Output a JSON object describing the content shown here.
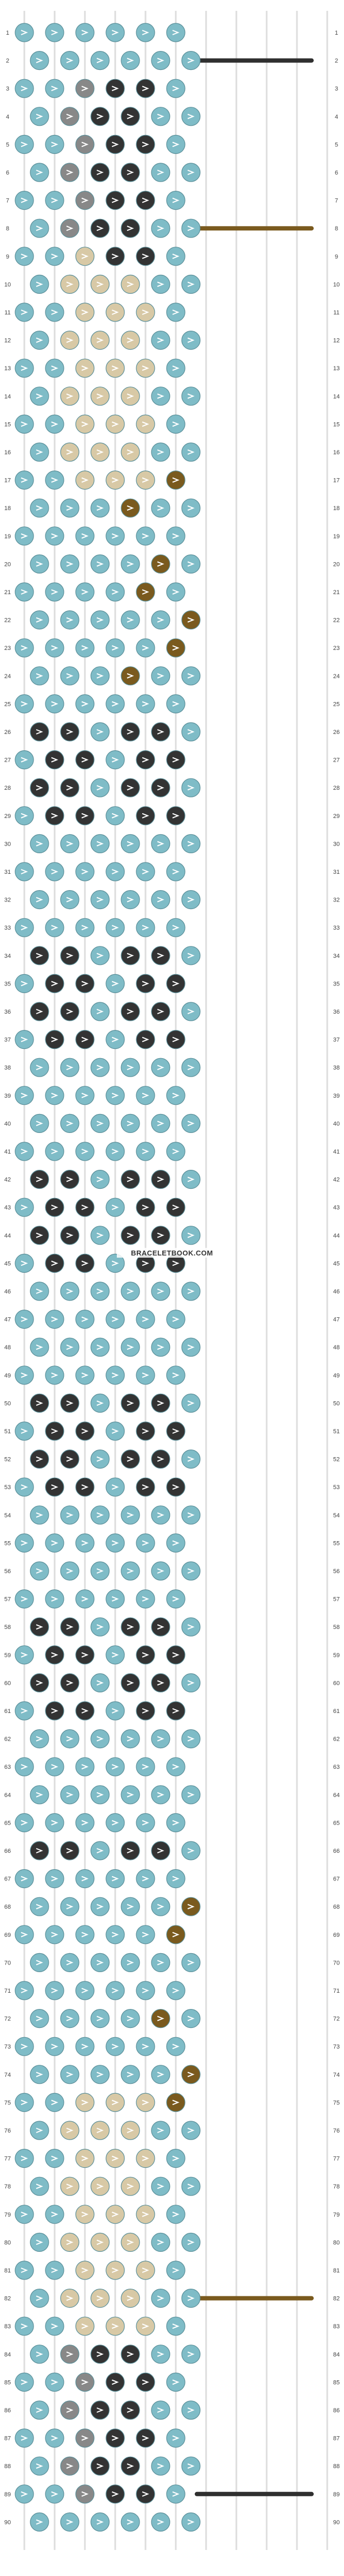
{
  "watermark": "BRACELETBOOK.COM",
  "row_count": 90,
  "thread_count": 12,
  "string_colors": [
    "#7fbcc7",
    "#7fbcc7",
    "#888888",
    "#333333",
    "#333333",
    "#7fbcc7",
    "#7fbcc7",
    "#7fbcc7",
    "#7fbcc7",
    "#7fbcc7",
    "#7fbcc7",
    "#7fbcc7"
  ],
  "colors": {
    "background_knot": "#7fbcc7",
    "black": "#333333",
    "grey": "#888888",
    "brown": "#7a5a1e",
    "tan": "#d8c9a6",
    "string": "#dddddd"
  },
  "icons": {
    "knot_arrow": "arrow-icon",
    "thread_end": "thread-end-icon"
  }
}
